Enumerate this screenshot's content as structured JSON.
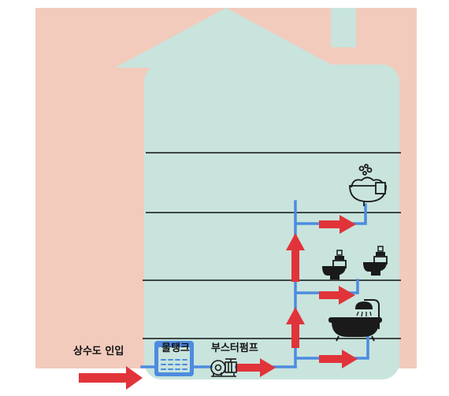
{
  "labels": {
    "water_inlet": "상수도 인입",
    "water_tank": "물탱크",
    "booster_pump": "부스터펌프"
  },
  "colors": {
    "background": "#f2cbbd",
    "house": "#c8e4dd",
    "pipe": "#4d8be0",
    "arrow": "#e1343a",
    "floor_line": "#111111",
    "fixture": "#1a1a1a"
  },
  "icons": [
    "water-tank-icon",
    "booster-pump-icon",
    "bathtub-shower-icon",
    "toilet-icon",
    "sink-icon"
  ]
}
